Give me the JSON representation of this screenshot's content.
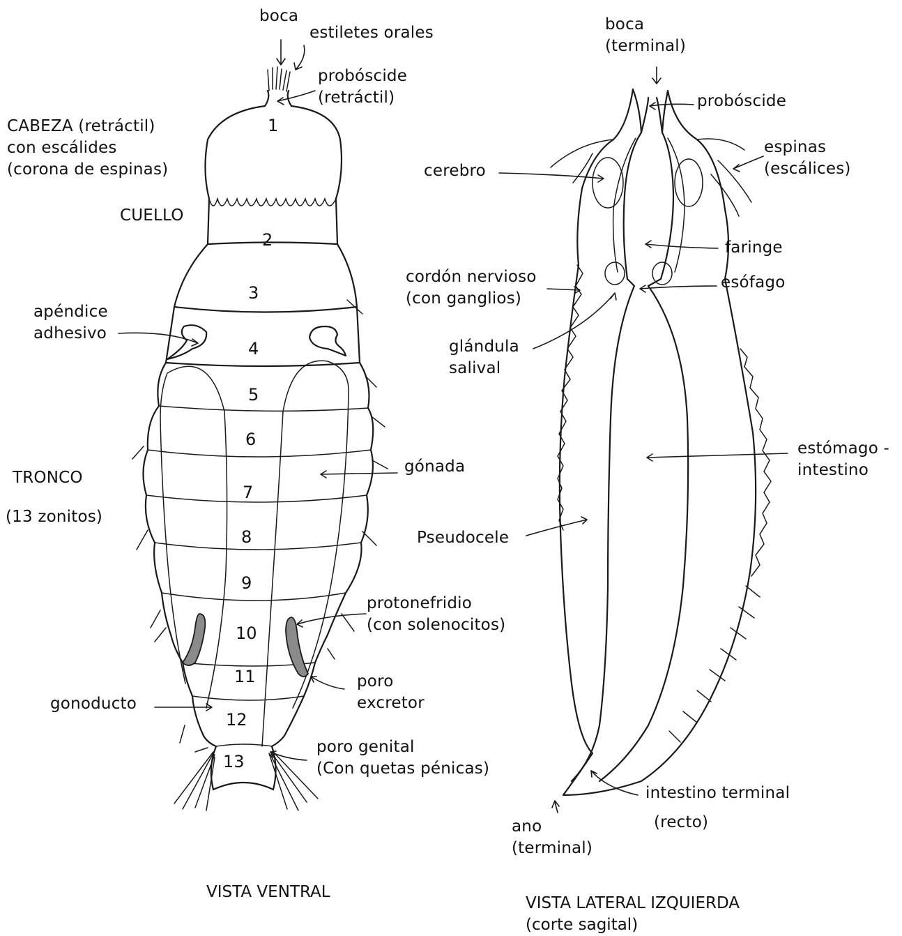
{
  "ventral": {
    "labels": {
      "boca": "boca",
      "estiletes": "estiletes orales",
      "proboscide_1": "probóscide",
      "proboscide_2": "(retráctil)",
      "cabeza_1": "CABEZA (retráctil)",
      "cabeza_2": "con escálides",
      "cabeza_3": "(corona de espinas)",
      "cuello": "CUELLO",
      "apendice_1": "apéndice",
      "apendice_2": "adhesivo",
      "tronco": "TRONCO",
      "zonitos": "(13 zonitos)",
      "gonada": "gónada",
      "protonefridio_1": "protonefridio",
      "protonefridio_2": "(con solenocitos)",
      "poro_excretor_1": "poro",
      "poro_excretor_2": "excretor",
      "gonoducto": "gonoducto",
      "poro_genital_1": "poro genital",
      "poro_genital_2": "(Con quetas pénicas)"
    },
    "segments": [
      "1",
      "2",
      "3",
      "4",
      "5",
      "6",
      "7",
      "8",
      "9",
      "10",
      "11",
      "12",
      "13"
    ],
    "caption": "VISTA VENTRAL"
  },
  "lateral": {
    "labels": {
      "boca_1": "boca",
      "boca_2": "(terminal)",
      "proboscide": "probóscide",
      "espinas_1": "espinas",
      "espinas_2": "(escálices)",
      "cerebro": "cerebro",
      "faringe": "faringe",
      "cordon_1": "cordón nervioso",
      "cordon_2": "(con ganglios)",
      "esofago": "esófago",
      "glandula_1": "glándula",
      "glandula_2": "salival",
      "estomago_1": "estómago -",
      "estomago_2": "intestino",
      "pseudocele": "Pseudocele",
      "intestino_terminal": "intestino terminal",
      "recto": "(recto)",
      "ano_1": "ano",
      "ano_2": "(terminal)"
    },
    "caption_1": "VISTA LATERAL IZQUIERDA",
    "caption_2": "(corte sagital)"
  }
}
